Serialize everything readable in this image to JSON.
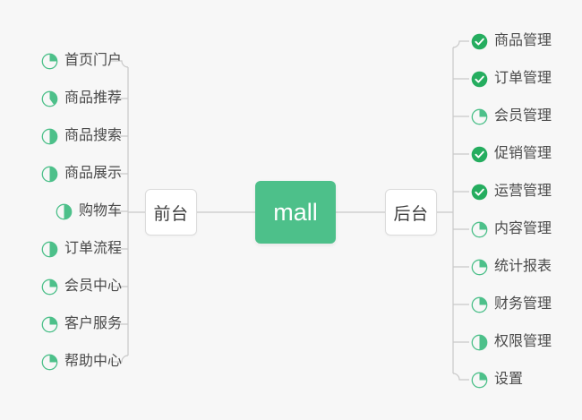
{
  "diagram": {
    "title": "mall",
    "background_color": "#f7f7f7",
    "accent_color": "#4dc08a",
    "line_color": "#c9c9c9",
    "text_color": "#4a4a4a"
  },
  "root": {
    "label": "mall"
  },
  "branches": [
    {
      "id": "frontend",
      "label": "前台",
      "side": "left",
      "items": [
        {
          "label": "首页门户",
          "icon": "pie-icon",
          "progress": 25
        },
        {
          "label": "商品推荐",
          "icon": "pie-icon",
          "progress": 40
        },
        {
          "label": "商品搜索",
          "icon": "pie-icon",
          "progress": 50
        },
        {
          "label": "商品展示",
          "icon": "pie-icon",
          "progress": 50
        },
        {
          "label": "购物车",
          "icon": "pie-icon",
          "progress": 50
        },
        {
          "label": "订单流程",
          "icon": "pie-icon",
          "progress": 50
        },
        {
          "label": "会员中心",
          "icon": "pie-icon",
          "progress": 25
        },
        {
          "label": "客户服务",
          "icon": "pie-icon",
          "progress": 25
        },
        {
          "label": "帮助中心",
          "icon": "pie-icon",
          "progress": 25
        }
      ]
    },
    {
      "id": "backend",
      "label": "后台",
      "side": "right",
      "items": [
        {
          "label": "商品管理",
          "icon": "check-circle-icon",
          "progress": 100
        },
        {
          "label": "订单管理",
          "icon": "check-circle-icon",
          "progress": 100
        },
        {
          "label": "会员管理",
          "icon": "pie-icon",
          "progress": 25
        },
        {
          "label": "促销管理",
          "icon": "check-circle-icon",
          "progress": 100
        },
        {
          "label": "运营管理",
          "icon": "check-circle-icon",
          "progress": 100
        },
        {
          "label": "内容管理",
          "icon": "pie-icon",
          "progress": 25
        },
        {
          "label": "统计报表",
          "icon": "pie-icon",
          "progress": 25
        },
        {
          "label": "财务管理",
          "icon": "pie-icon",
          "progress": 25
        },
        {
          "label": "权限管理",
          "icon": "pie-icon",
          "progress": 50
        },
        {
          "label": "设置",
          "icon": "pie-icon",
          "progress": 25
        }
      ]
    }
  ]
}
